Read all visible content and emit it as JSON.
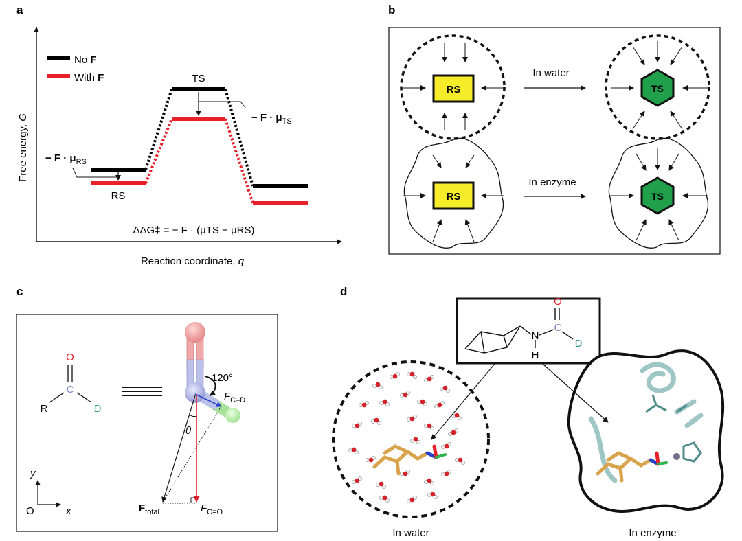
{
  "panels": {
    "a": {
      "letter": "a",
      "legend": [
        {
          "label": "No ",
          "bold": "F",
          "color": "#000000"
        },
        {
          "label": "With ",
          "bold": "F",
          "color": "#e8202a"
        }
      ],
      "y_axis_label": "Free energy, ",
      "y_axis_var": "G",
      "x_axis_label": "Reaction coordinate, ",
      "x_axis_var": "q",
      "ts_label": "TS",
      "rs_label": "RS",
      "ts_shift_label": "− F · μ",
      "ts_shift_sub": "TS",
      "rs_shift_label": "− F · μ",
      "rs_shift_sub": "RS",
      "equation": "ΔΔG‡ = − F · (μTS − μRS)"
    },
    "b": {
      "letter": "b",
      "top_label": "In water",
      "bottom_label": "In enzyme",
      "rs": "RS",
      "ts": "TS",
      "colors": {
        "rs_fill": "#f7ec2a",
        "ts_fill": "#21a04b"
      }
    },
    "c": {
      "letter": "c",
      "atom_o": "O",
      "atom_c": "C",
      "atom_r": "R",
      "atom_d": "D",
      "angle": "120°",
      "theta": "θ",
      "f_cd": "F",
      "f_cd_sub": "C–D",
      "f_total": "F",
      "f_total_sub": "total",
      "f_co": "F",
      "f_co_sub": "C=O",
      "axis_y": "y",
      "axis_x": "x",
      "axis_o": "O"
    },
    "d": {
      "letter": "d",
      "mol_o": "O",
      "mol_c": "C",
      "mol_n": "N",
      "mol_h": "H",
      "mol_d": "D",
      "water_label": "In water",
      "enzyme_label": "In enzyme"
    }
  }
}
